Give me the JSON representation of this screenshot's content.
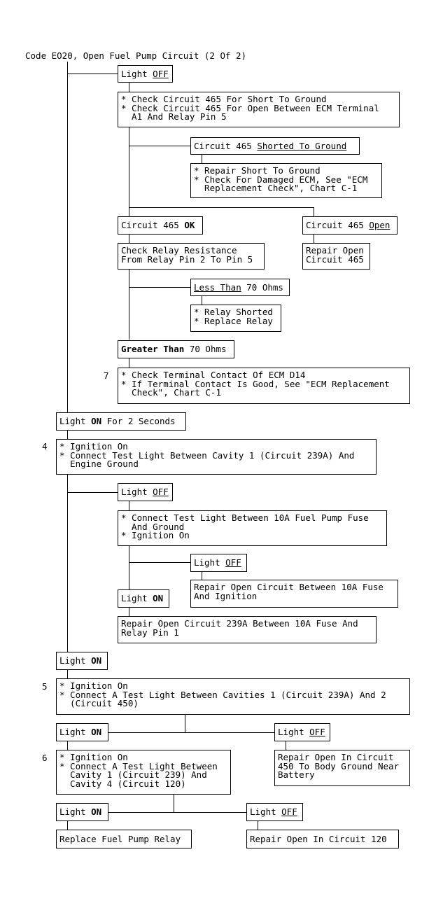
{
  "title": "Code EO20, Open Fuel Pump Circuit (2 Of 2)",
  "nodes": {
    "n1": {
      "a": "Light ",
      "u": "OFF"
    },
    "n2": {
      "l1": "* Check Circuit 465 For Short To Ground",
      "l2": "* Check Circuit 465 For Open Between ECM Terminal",
      "l3": "  A1 And Relay Pin 5"
    },
    "n3": {
      "a": "Circuit 465 ",
      "u": "Shorted To Ground"
    },
    "n4": {
      "l1": "* Repair Short To Ground",
      "l2": "* Check For Damaged ECM, See \"ECM",
      "l3": "  Replacement Check\", Chart C-1"
    },
    "n5": {
      "a": "Circuit 465 ",
      "b": "OK"
    },
    "n6": {
      "a": "Circuit 465 ",
      "u": "Open"
    },
    "n7": {
      "l1": "Check Relay Resistance",
      "l2": "From Relay Pin 2 To Pin 5"
    },
    "n8": {
      "l1": "Repair Open",
      "l2": "Circuit 465"
    },
    "n9": {
      "u": "Less Than",
      "a": " 70 Ohms"
    },
    "n10": {
      "l1": "* Relay Shorted",
      "l2": "* Replace Relay"
    },
    "n11": {
      "b": "Greater Than",
      "a": " 70 Ohms"
    },
    "n12": {
      "step": "7",
      "l1": "* Check Terminal Contact Of ECM D14",
      "l2": "* If Terminal Contact Is Good, See \"ECM Replacement",
      "l3": "  Check\", Chart C-1"
    },
    "n13": {
      "a": "Light ",
      "b": "ON",
      "c": " For 2 Seconds"
    },
    "n14": {
      "step": "4",
      "l1": "* Ignition On",
      "l2": "* Connect Test Light Between Cavity 1 (Circuit 239A) And",
      "l3": "  Engine Ground"
    },
    "n15": {
      "a": "Light ",
      "u": "OFF"
    },
    "n16": {
      "l1": "* Connect Test Light Between 10A Fuel Pump Fuse",
      "l2": "  And Ground",
      "l3": "* Ignition On"
    },
    "n17": {
      "a": "Light ",
      "u": "OFF"
    },
    "n18": {
      "l1": "Repair Open Circuit Between 10A Fuse",
      "l2": "And Ignition"
    },
    "n19": {
      "a": "Light ",
      "b": "ON"
    },
    "n20": {
      "l1": "Repair Open Circuit 239A Between 10A Fuse And",
      "l2": "Relay Pin 1"
    },
    "n21": {
      "a": "Light ",
      "b": "ON"
    },
    "n22": {
      "step": "5",
      "l1": "* Ignition On",
      "l2": "* Connect A Test Light Between Cavities 1 (Circuit 239A) And 2",
      "l3": "  (Circuit 450)"
    },
    "n23": {
      "a": "Light ",
      "b": "ON"
    },
    "n24": {
      "a": "Light ",
      "u": "OFF"
    },
    "n25": {
      "step": "6",
      "l1": "* Ignition On",
      "l2": "* Connect A Test Light Between",
      "l3": "  Cavity 1 (Circuit 239) And",
      "l4": "  Cavity 4 (Circuit 120)"
    },
    "n26": {
      "l1": "Repair Open In Circuit",
      "l2": "450 To Body Ground Near",
      "l3": "Battery"
    },
    "n27": {
      "a": "Light ",
      "b": "ON"
    },
    "n28": {
      "a": "Light ",
      "u": "OFF"
    },
    "n29": {
      "l1": "Replace Fuel Pump Relay"
    },
    "n30": {
      "l1": "Repair Open In Circuit 120"
    }
  }
}
